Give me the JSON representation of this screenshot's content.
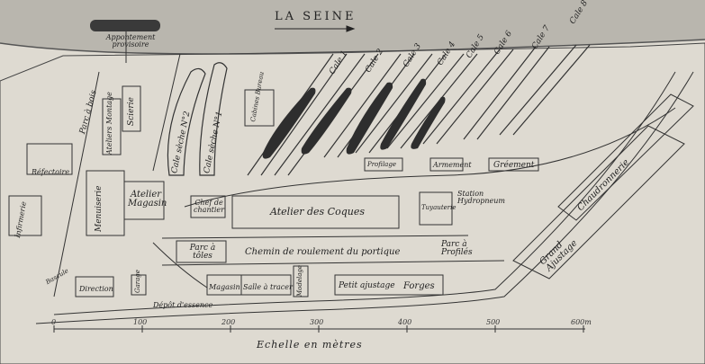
{
  "river": {
    "name": "LA SEINE"
  },
  "pier": {
    "label": "Appontement provisoire"
  },
  "slipways": [
    "Cale 1",
    "Cale 2",
    "Cale 3",
    "Cale 4",
    "Cale 5",
    "Cale 6",
    "Cale 7",
    "Cale 8"
  ],
  "dry_docks": [
    "Cale sèche N°2",
    "Cale sèche N°1"
  ],
  "buildings": {
    "parc_a_bois": "Parc à bois",
    "scierie": "Scierie",
    "ateliers": "Ateliers Montage",
    "refectoire": "Réfectoire",
    "infirmerie": "Infirmerie",
    "menuiserie": "Menuiserie",
    "atelier_magasin": "Atelier Magasin",
    "cabine": "Cabines Bureau",
    "chef_chantier": "Chef de chantier",
    "atelier_coques": "Atelier des Coques",
    "tuyauterie": "Tuyauterie",
    "station_hydro": "Station Hydropneum",
    "profilage": "Profilage",
    "armement": "Armement",
    "greement": "Gréement",
    "chaudronnerie": "Chaudronnerie",
    "grand_ajustage": "Grand Ajustage",
    "parc_toles": "Parc à tôles",
    "chemin_portique": "Chemin de roulement du portique",
    "parc_profiles": "Parc à Profilés",
    "magasin": "Magasin",
    "salle_tracer": "Salle à tracer",
    "modelage": "Modelage",
    "petit_ajustage": "Petit ajustage",
    "forges": "Forges",
    "direction": "Direction",
    "garage": "Garage",
    "depot_essence": "Dépôt d'essence",
    "bascule": "Bascule"
  },
  "scale": {
    "ticks": [
      "0",
      "100",
      "200",
      "300",
      "400",
      "500",
      "600m"
    ],
    "caption": "Echelle en mètres"
  }
}
